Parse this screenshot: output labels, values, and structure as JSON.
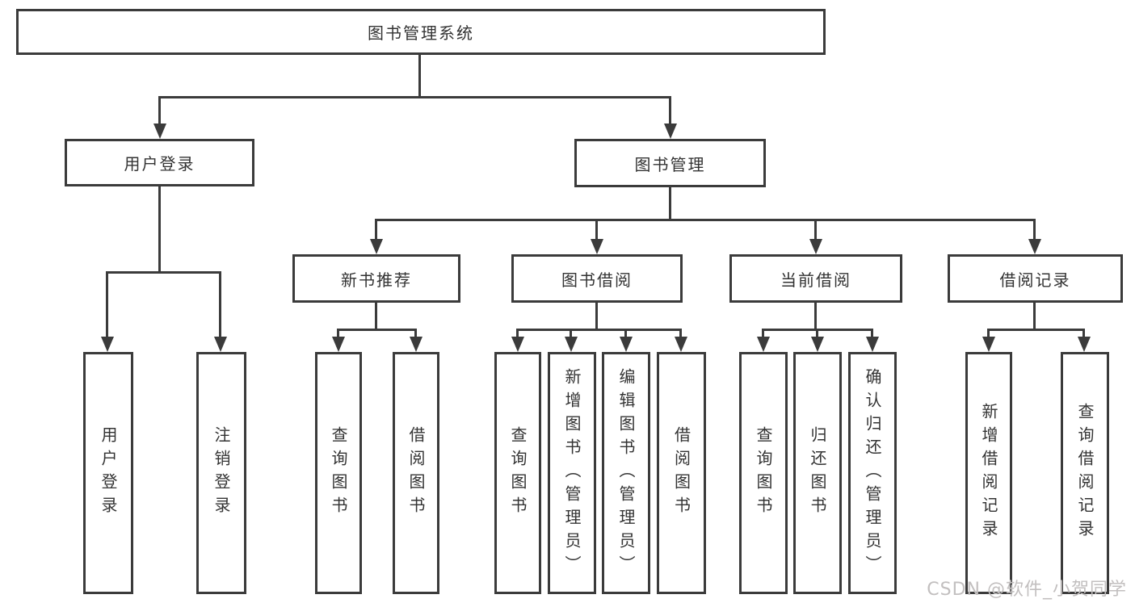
{
  "diagram": {
    "root": {
      "label": "图书管理系统"
    },
    "login": {
      "label": "用户登录",
      "children": [
        {
          "label": "用户登录"
        },
        {
          "label": "注销登录"
        }
      ]
    },
    "manage": {
      "label": "图书管理",
      "children": [
        {
          "label": "新书推荐",
          "children": [
            {
              "label": "查询图书"
            },
            {
              "label": "借阅图书"
            }
          ]
        },
        {
          "label": "图书借阅",
          "children": [
            {
              "label": "查询图书"
            },
            {
              "label": "新增图书（管理员）"
            },
            {
              "label": "编辑图书（管理员）"
            },
            {
              "label": "借阅图书"
            }
          ]
        },
        {
          "label": "当前借阅",
          "children": [
            {
              "label": "查询图书"
            },
            {
              "label": "归还图书"
            },
            {
              "label": "确认归还（管理员）"
            }
          ]
        },
        {
          "label": "借阅记录",
          "children": [
            {
              "label": "新增借阅记录"
            },
            {
              "label": "查询借阅记录"
            }
          ]
        }
      ]
    },
    "colors": {
      "line": "#3b3b3b",
      "text": "#333333",
      "watermark": "#c2bfbf",
      "background": "#ffffff"
    }
  },
  "watermark": {
    "text": "CSDN @软件_小贺同学"
  }
}
